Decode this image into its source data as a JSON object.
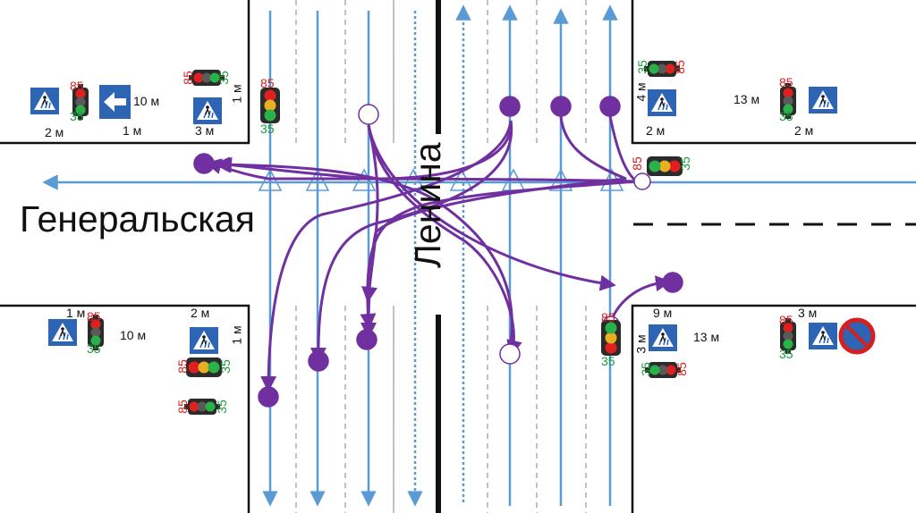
{
  "streets": {
    "horizontal": "Генеральская",
    "vertical": "Ленина"
  },
  "distances": {
    "nw_2m": "2 м",
    "nw_10m": "10 м",
    "nw_1m_a": "1 м",
    "nw_3m": "3 м",
    "nw_1m_b": "1 м",
    "ne_4m": "4 м",
    "ne_2m_a": "2 м",
    "ne_13m": "13 м",
    "ne_2m_b": "2 м",
    "sw_1m": "1 м",
    "sw_10m": "10 м",
    "sw_2m": "2 м",
    "sw_1m_v": "1 м",
    "se_9m": "9 м",
    "se_3m_v": "3 м",
    "se_13m": "13 м",
    "se_3m": "3 м"
  },
  "signal_values": {
    "red": "85",
    "green": "35"
  },
  "colors": {
    "lane_arrow": "#5b9bd5",
    "route": "#7030a0",
    "red_number": "#d42020",
    "green_number": "#1a9a3a",
    "sign_blue": "#2e64b4"
  },
  "icons": [
    "traffic-light-icon",
    "crosswalk-sign-icon",
    "left-turn-sign-icon",
    "no-stopping-sign-icon"
  ]
}
